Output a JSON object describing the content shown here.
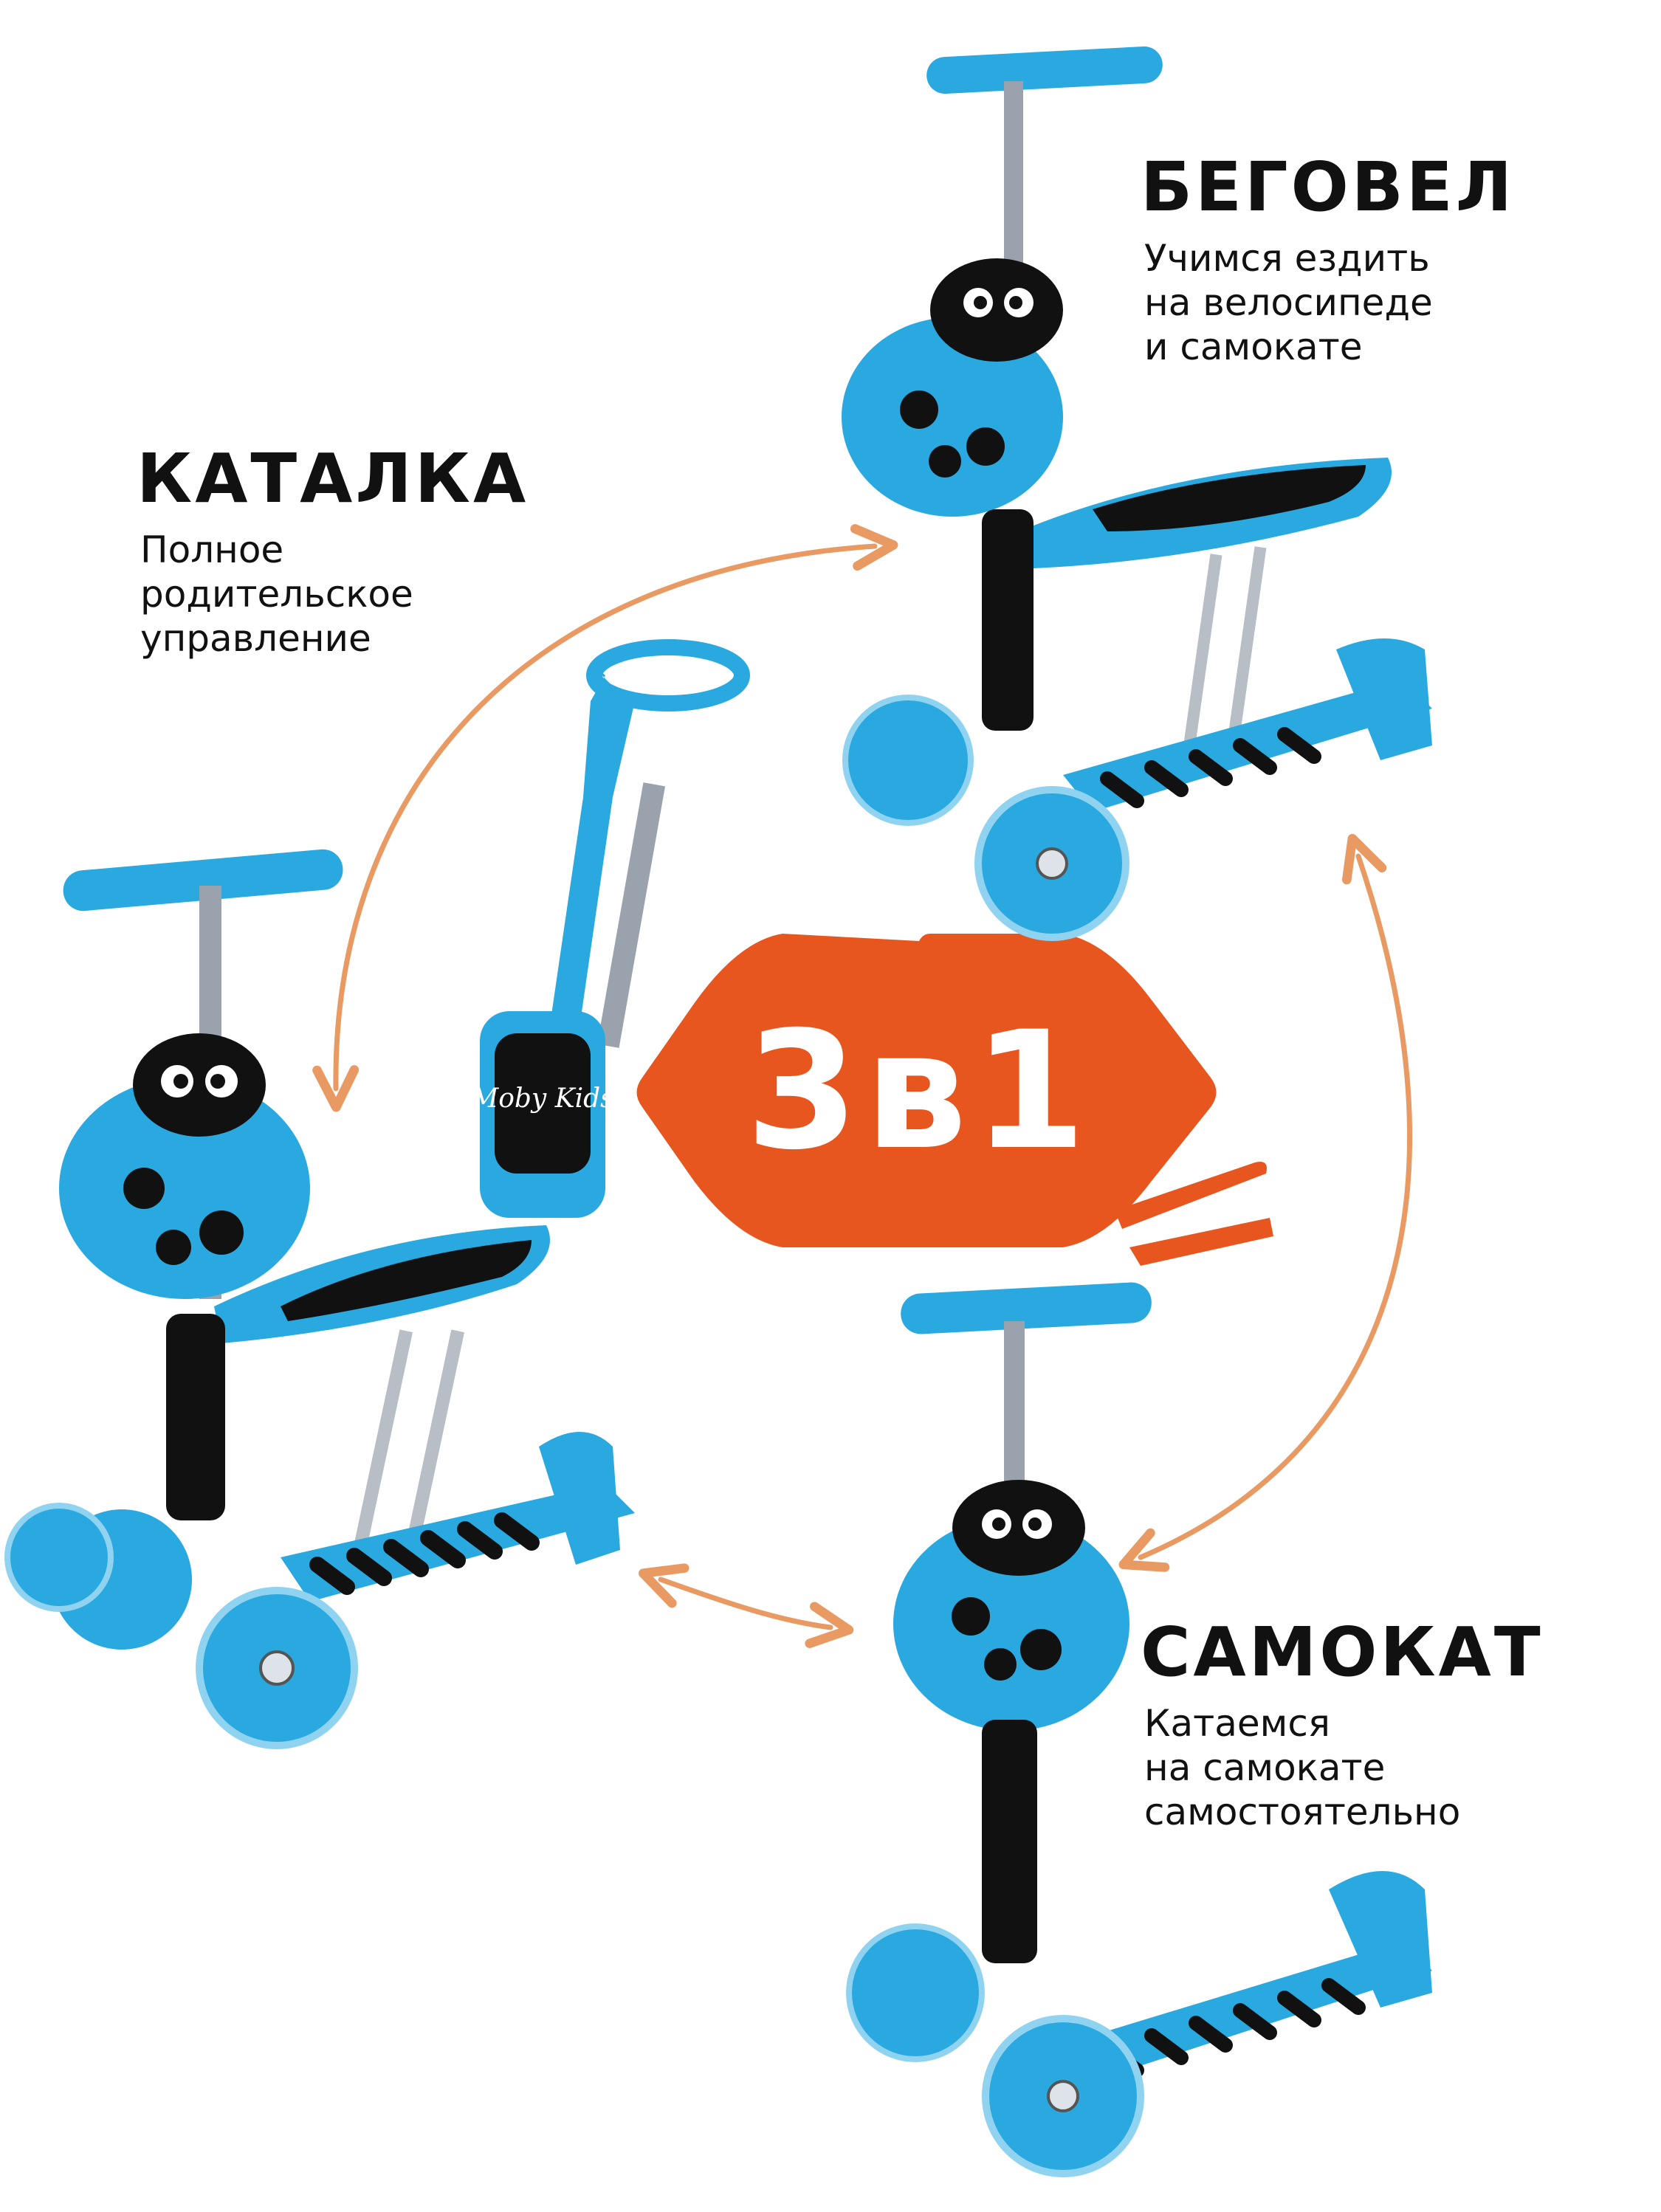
{
  "modes": [
    {
      "title": "КАТАЛКА",
      "lines": [
        "Полное",
        "родительское",
        "управление"
      ]
    },
    {
      "title": "БЕГОВЕЛ",
      "lines": [
        "Учимся ездить",
        "на велосипеде",
        "и самокате"
      ]
    },
    {
      "title": "САМОКАТ",
      "lines": [
        "Катаемся",
        "на самокате",
        "самостоятельно"
      ]
    }
  ],
  "badge": {
    "text": "3в1",
    "color": "#E8561F",
    "text_color": "#FFFFFF"
  },
  "product": {
    "brand_mark": "Moby Kids",
    "main_color": "#2AA8E0",
    "accent_color": "#111111",
    "arrow_color": "#E99A63"
  },
  "icons": [
    "scooter-katalka-image",
    "scooter-begovel-image",
    "scooter-samokat-image",
    "double-arrow-icon"
  ]
}
